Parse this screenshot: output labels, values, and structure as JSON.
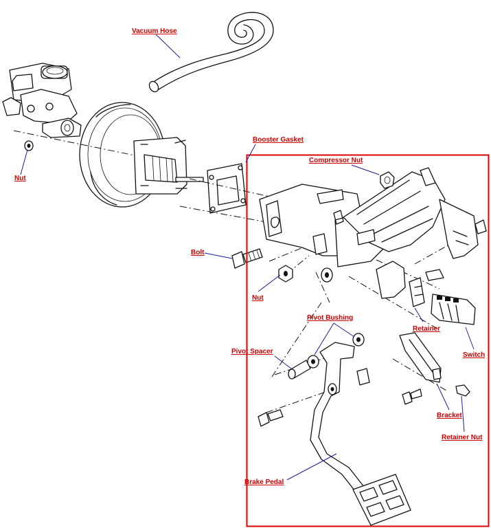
{
  "labels": {
    "vacuum_hose": "Vacuum Hose",
    "booster_gasket": "Booster Gasket",
    "compressor_nut": "Compressor Nut",
    "nut_left": "Nut",
    "bolt": "Bolt",
    "nut_center": "Nut",
    "retainer": "Retainer",
    "pivot_bushing": "Pivot Bushing",
    "pivot_spacer": "Pivot Spacer",
    "switch": "Switch",
    "bracket": "Bracket",
    "retainer_nut": "Retainer Nut",
    "brake_pedal": "Brake Pedal"
  },
  "colors": {
    "label": "#cc0000",
    "highlight_box": "#dd0000",
    "leader": "#1a1aa0",
    "line_art": "#111111"
  }
}
